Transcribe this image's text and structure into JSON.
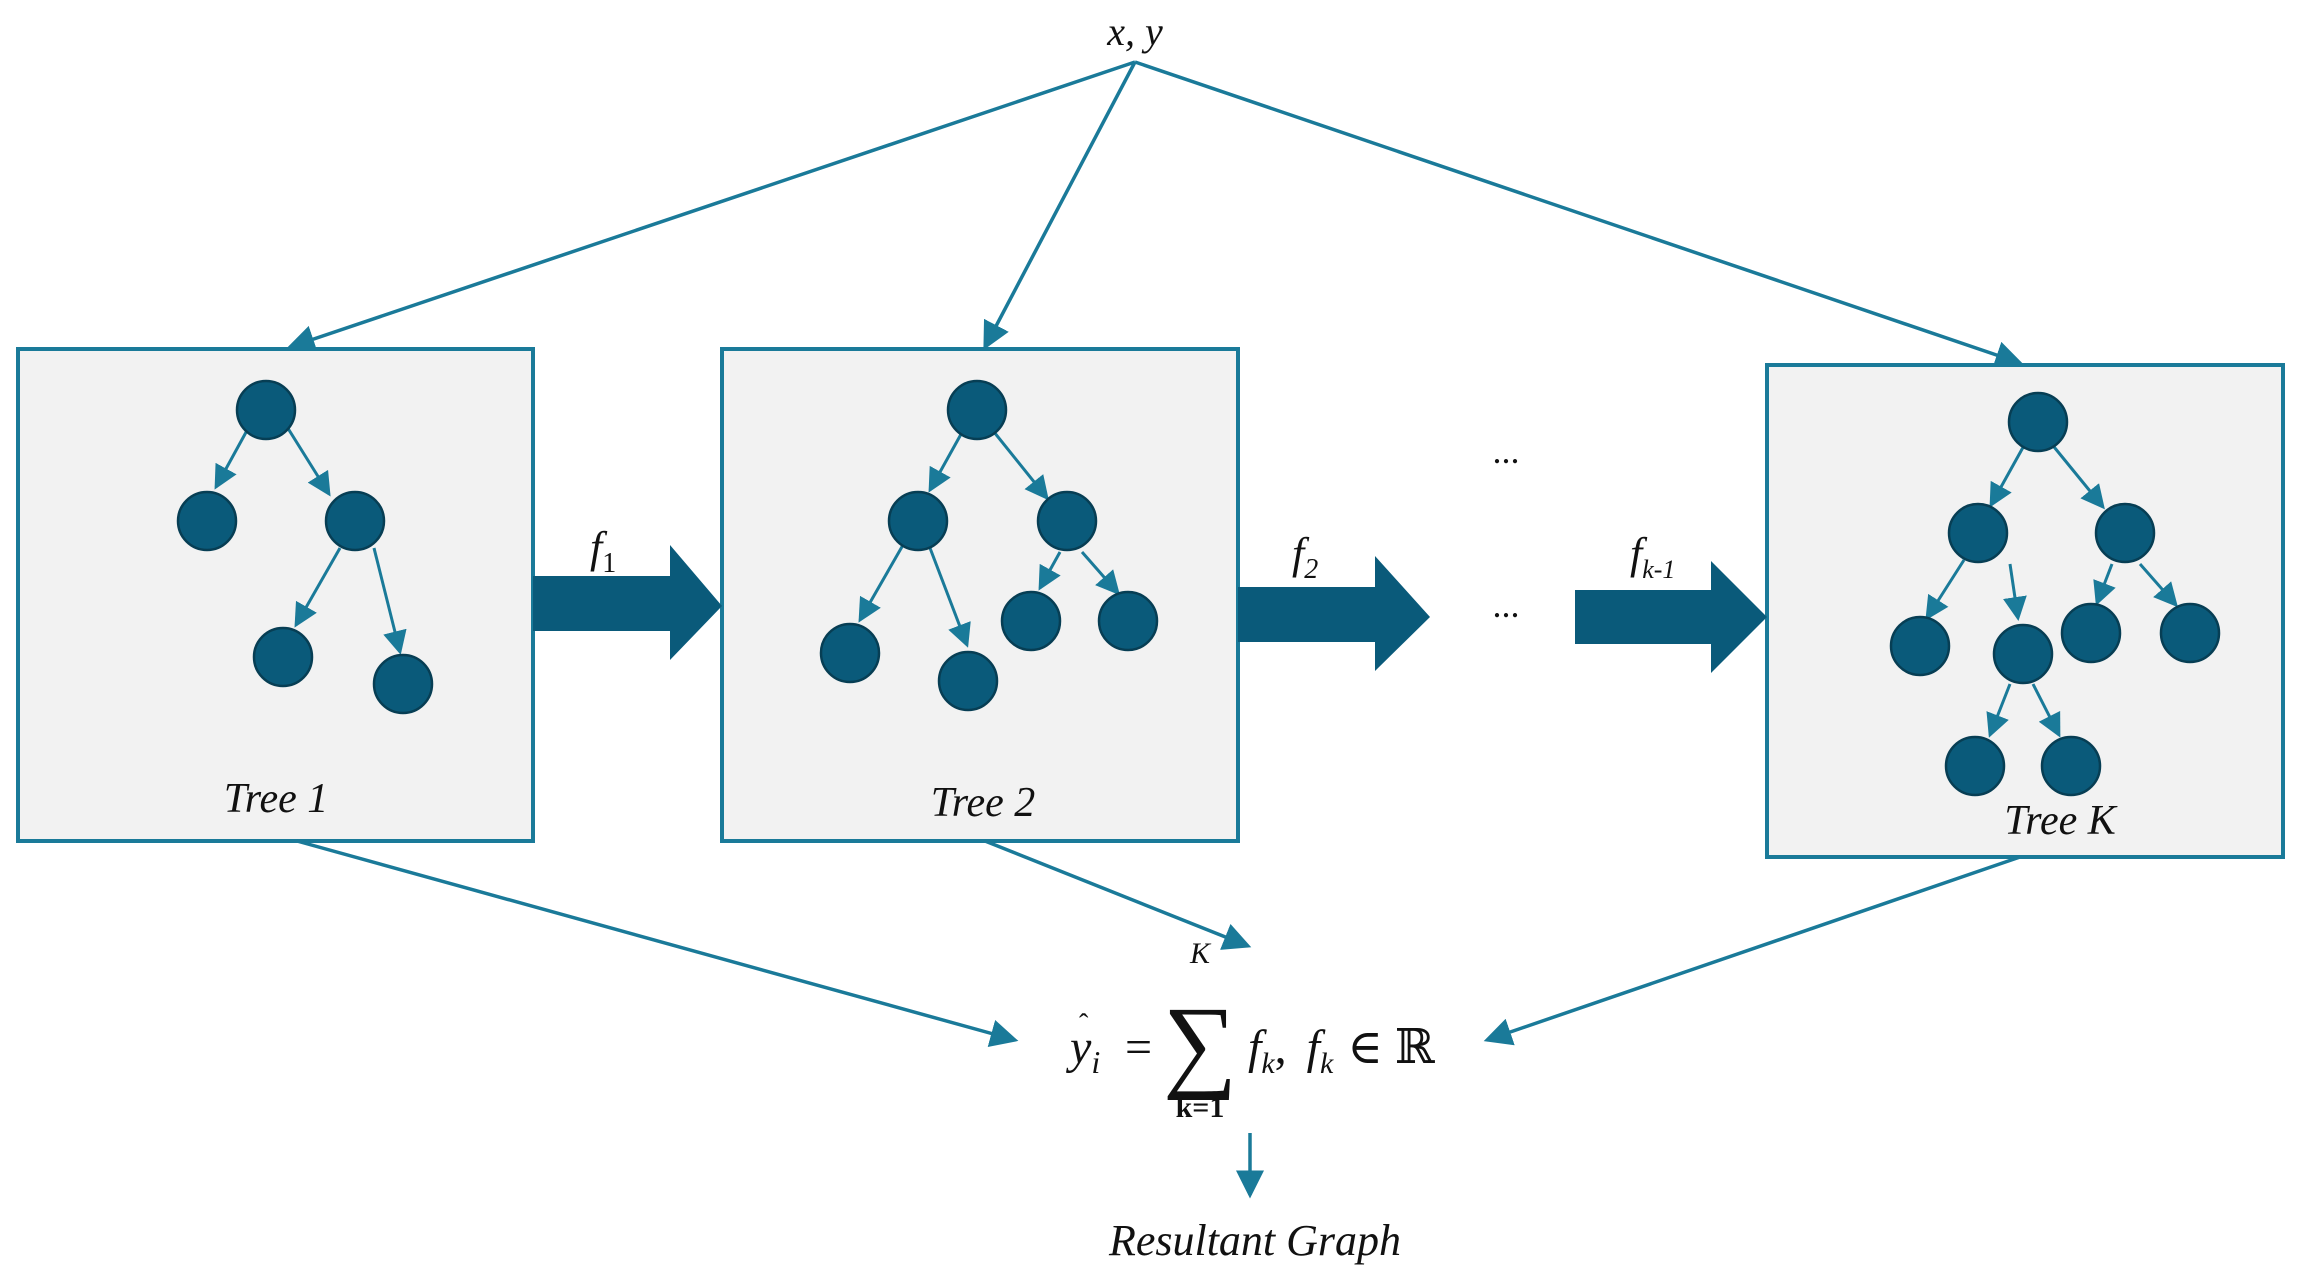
{
  "input_label": "x, y",
  "trees": [
    {
      "label": "Tree 1"
    },
    {
      "label": "Tree 2"
    },
    {
      "label": "Tree K"
    }
  ],
  "arrows": [
    {
      "label": "f",
      "sub": "1"
    },
    {
      "label": "f",
      "sub": "2"
    },
    {
      "label": "f",
      "sub": "k-1"
    }
  ],
  "ellipsis_top": "...",
  "ellipsis_mid": "...",
  "formula": {
    "lhs_base": "y",
    "lhs_sub": "i",
    "equals": "=",
    "sum_upper": "K",
    "sum_lower": "k=1",
    "term1_base": "f",
    "term1_sub": "k",
    "comma": ",",
    "term2_base": "f",
    "term2_sub": "k",
    "member": "∈",
    "set": "ℝ"
  },
  "output_label": "Resultant Graph",
  "colors": {
    "primary": "#0a5a7a",
    "line": "#1a7a99",
    "box_fill": "#f2f2f2"
  }
}
